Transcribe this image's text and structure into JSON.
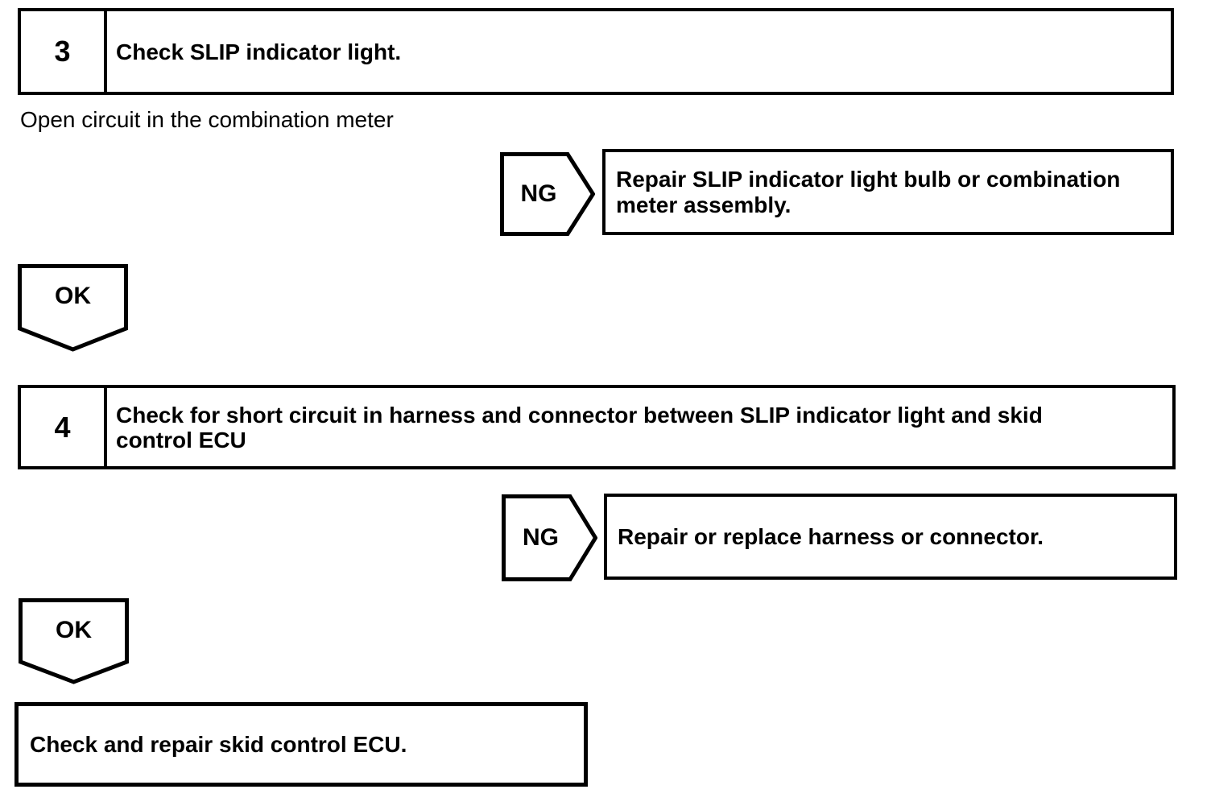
{
  "page": {
    "background_color": "#ffffff",
    "ink_color": "#000000"
  },
  "flowchart": {
    "steps": [
      {
        "number": "3",
        "title": "Check SLIP indicator light.",
        "result_note": "Open circuit in the combination meter",
        "ng": {
          "label": "NG",
          "action": "Repair SLIP indicator light bulb or combination\nmeter assembly."
        },
        "ok": {
          "label": "OK"
        }
      },
      {
        "number": "4",
        "title": "Check for short circuit in harness and connector between SLIP indicator light and skid\ncontrol ECU",
        "ng": {
          "label": "NG",
          "action": "Repair or replace harness or connector."
        },
        "ok": {
          "label": "OK"
        }
      }
    ],
    "final_action": "Check and repair skid control ECU."
  }
}
